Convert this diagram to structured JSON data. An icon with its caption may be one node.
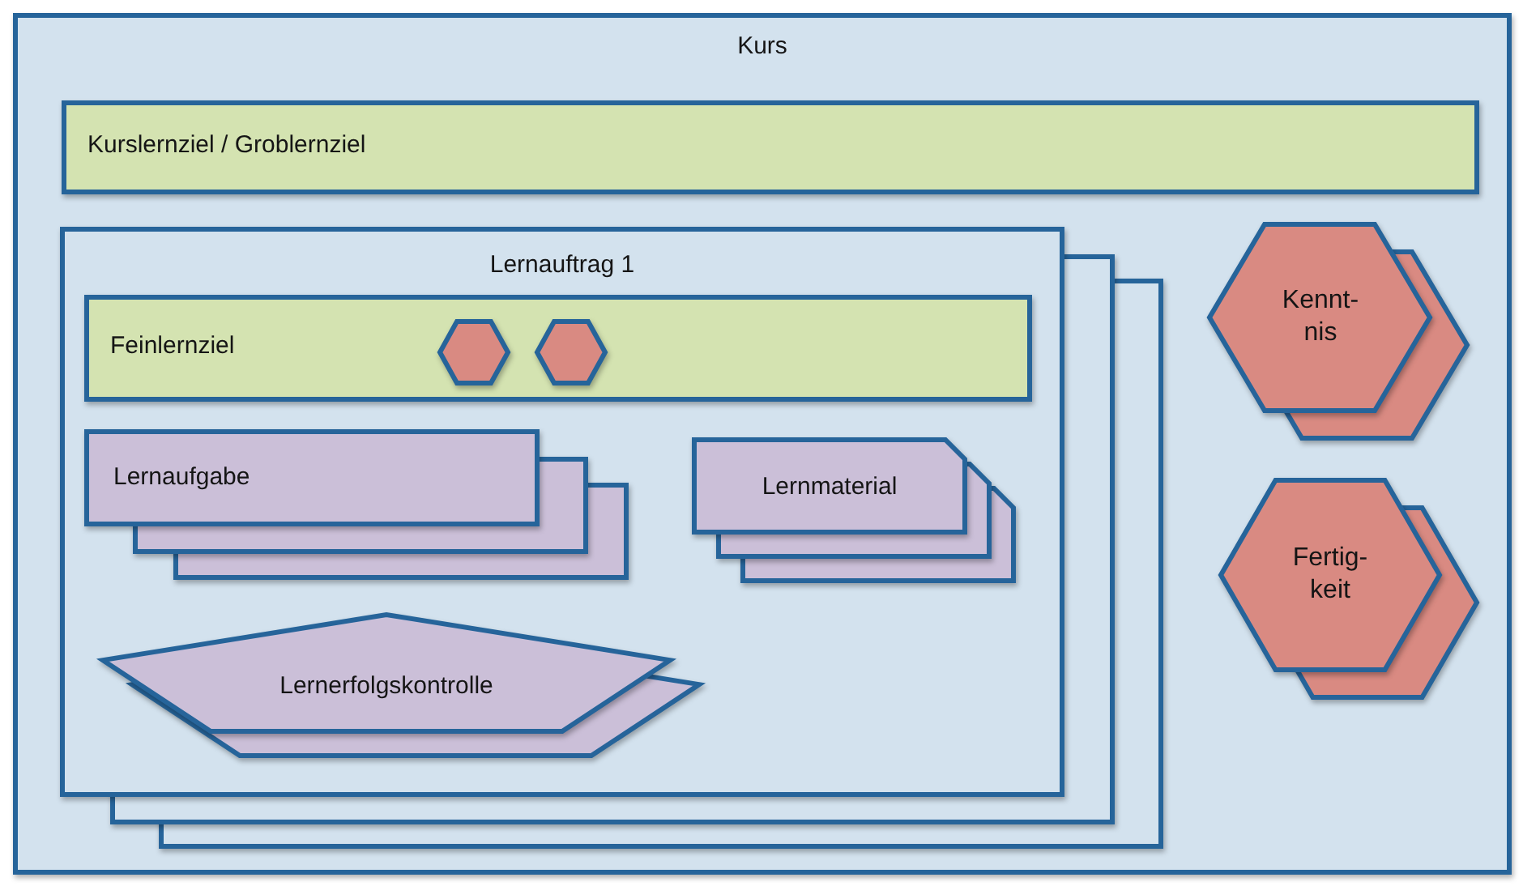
{
  "diagram": {
    "nodes": [
      {
        "text": [
          "Kurs"
        ]
      },
      {
        "text": [
          "Kurslernziel / Groblernziel"
        ],
        "in": 0
      },
      {
        "text": [
          "Lernauftrag 1"
        ],
        "in": 0
      },
      {
        "text": [
          "Feinlernziel"
        ],
        "in": 2
      },
      {
        "text": [],
        "shape": "hexagon",
        "in": 3
      },
      {
        "text": [],
        "shape": "hexagon",
        "in": 3
      },
      {
        "text": [
          "Lernaufgabe"
        ],
        "in": 2
      },
      {
        "text": [
          "Lernmaterial"
        ],
        "in": 2
      },
      {
        "text": [
          "Lernerfolgskontrolle"
        ],
        "in": 2
      },
      {
        "text": [
          "Kennt- nis"
        ],
        "in": 0
      },
      {
        "text": [
          "Fertig- keit"
        ],
        "in": 0
      }
    ]
  }
}
